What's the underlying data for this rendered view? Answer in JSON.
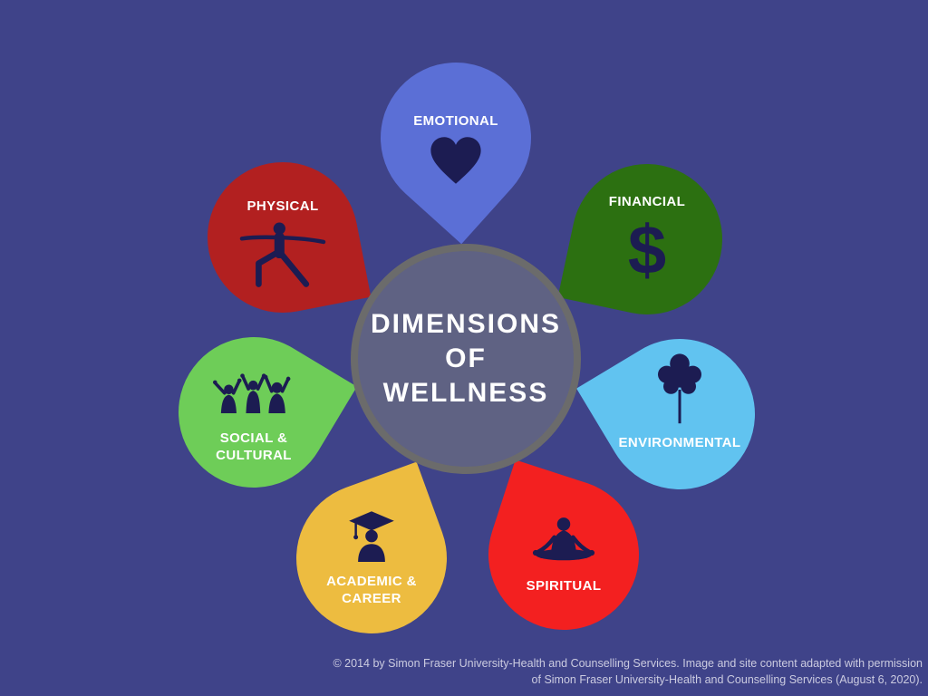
{
  "background_color": "#3F4389",
  "title": {
    "line1": "DIMENSIONS",
    "line2": "OF",
    "line3": "WELLNESS"
  },
  "center_circle": {
    "fill": "#5F6283",
    "border_color": "#6B6B6B",
    "text_color": "#FFFFFF"
  },
  "icon_color": "#1C1C52",
  "label_color": "#FFFFFF",
  "petals": {
    "emotional": {
      "label": "EMOTIONAL",
      "color": "#5B6FD6",
      "icon": "heart"
    },
    "financial": {
      "label": "FINANCIAL",
      "color": "#2C7011",
      "icon": "dollar-sign",
      "glyph": "$"
    },
    "environmental": {
      "label": "ENVIRONMENTAL",
      "color": "#61C3F0",
      "icon": "tree"
    },
    "spiritual": {
      "label": "SPIRITUAL",
      "color": "#F32020",
      "icon": "meditating-person"
    },
    "academic": {
      "label_line1": "ACADEMIC &",
      "label_line2": "CAREER",
      "color": "#EDBC40",
      "icon": "graduate"
    },
    "social": {
      "label_line1": "SOCIAL &",
      "label_line2": "CULTURAL",
      "color": "#6ECD58",
      "icon": "celebrating-people"
    },
    "physical": {
      "label": "PHYSICAL",
      "color": "#B22020",
      "icon": "yoga-warrior-pose"
    }
  },
  "footer": {
    "line1": "© 2014 by Simon Fraser University-Health and Counselling Services. Image and site content adapted with permission",
    "line2": "of Simon Fraser University-Health and Counselling Services (August 6, 2020)."
  }
}
